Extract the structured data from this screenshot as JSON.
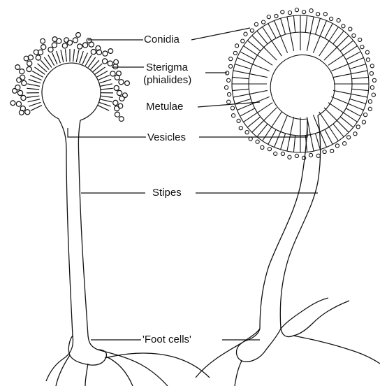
{
  "labels": {
    "conidia": "Conidia",
    "sterigma_line1": "Sterigma",
    "sterigma_line2": "(phialides)",
    "metulae": "Metulae",
    "vesicles": "Vesicles",
    "stipes": "Stipes",
    "foot_cells": "'Foot cells'"
  },
  "colors": {
    "ink": "#111111",
    "background": "#ffffff"
  }
}
